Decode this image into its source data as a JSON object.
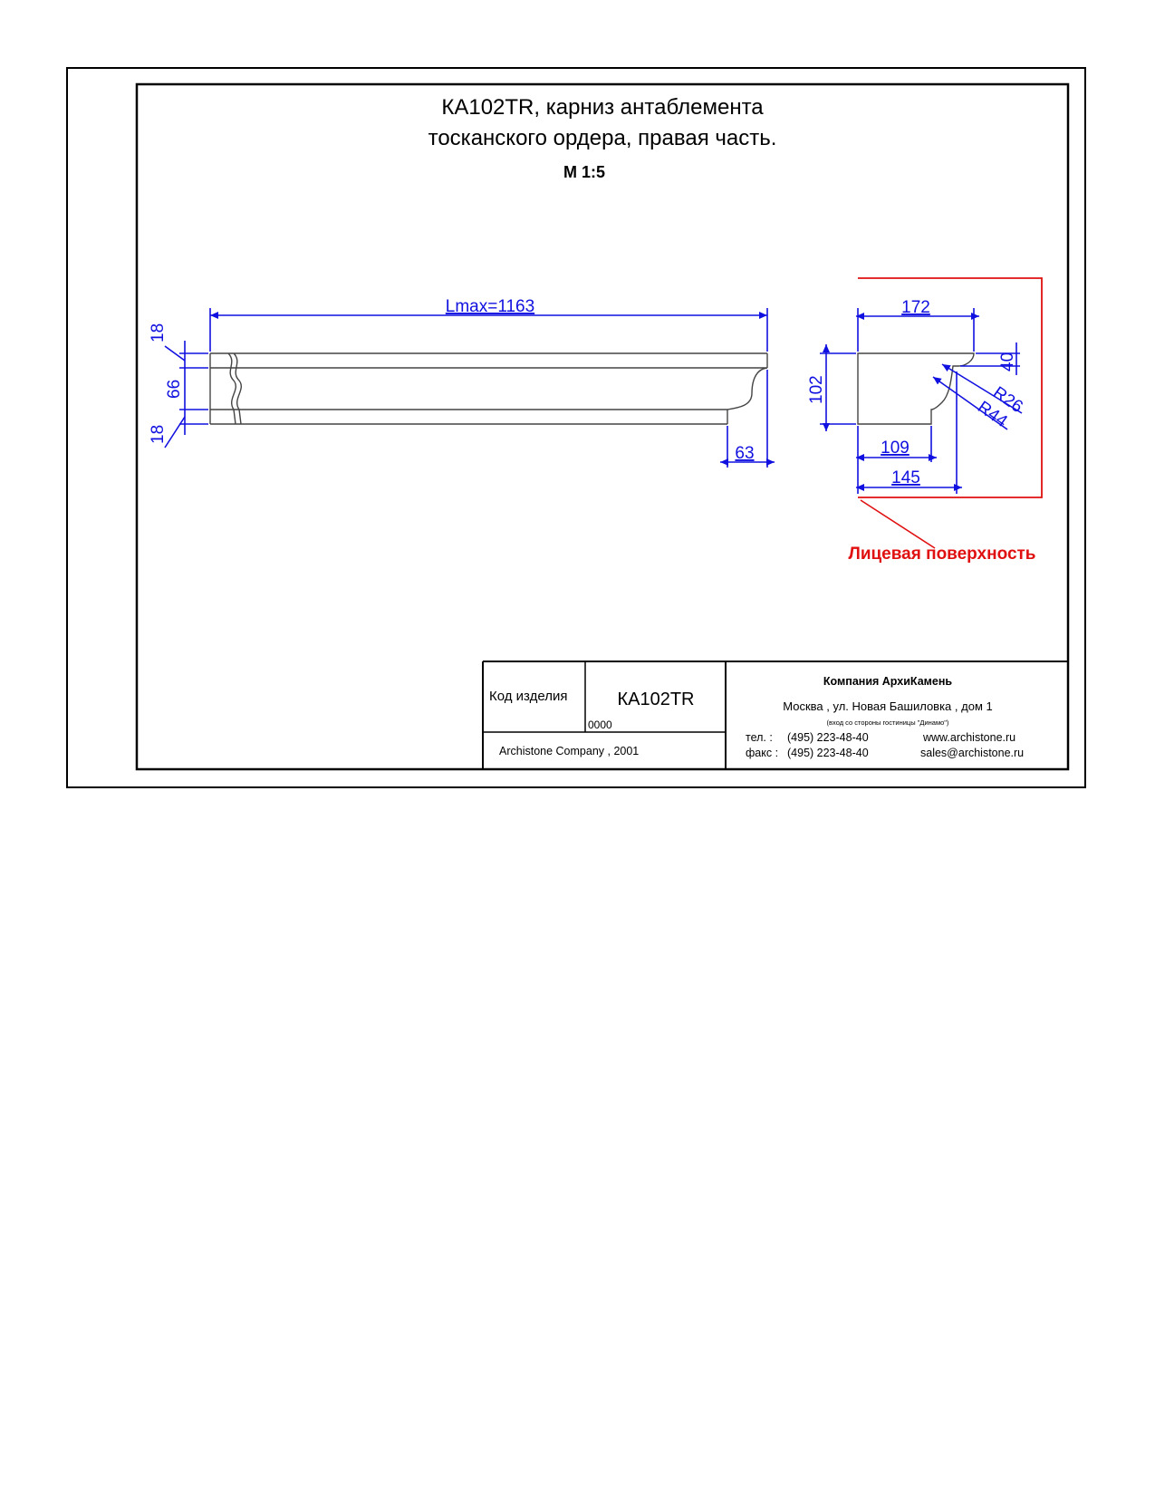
{
  "title": {
    "line1": "КА102TR, карниз антаблемента",
    "line2": "тосканского ордера, правая часть.",
    "scale": "М 1:5"
  },
  "elevation": {
    "length_label": "Lmax=1163",
    "dim_top": "18",
    "dim_middle": "66",
    "dim_bottom": "18",
    "dim_end": "63"
  },
  "section": {
    "dim_width_top": "172",
    "dim_height": "102",
    "dim_right_top": "40",
    "dim_radius_small": "R26",
    "dim_radius_large": "R44",
    "dim_bottom_inner": "109",
    "dim_bottom_total": "145"
  },
  "face_label": "Лицевая поверхность",
  "title_block": {
    "code_label": "Код изделия",
    "code_value": "КА102TR",
    "code_number": "0000",
    "copyright": "Archistone  Company ,  2001",
    "company_name": "Компания  АрхиКамень",
    "address": "Москва , ул. Новая Башиловка , дом 1",
    "address_note": "(вход со стороны гостиницы \"Динамо\")",
    "tel_label": "тел.   :",
    "tel_value": "(495) 223-48-40",
    "fax_label": "факс :",
    "fax_value": "(495) 223-48-40",
    "website": "www.archistone.ru",
    "email": "sales@archistone.ru"
  },
  "colors": {
    "dimension": "#1010e0",
    "face_marker": "#e01010",
    "outline": "#000000"
  }
}
